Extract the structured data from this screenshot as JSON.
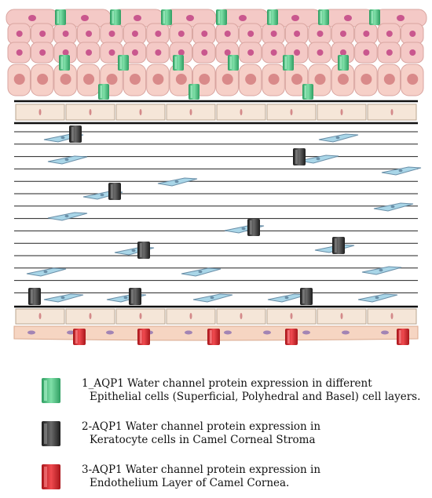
{
  "colors": {
    "epithelium_cell": "#f4c9c6",
    "epithelium_edge": "#d9a5a0",
    "nucleus_superficial": "#c9578e",
    "nucleus_basal": "#d98a8a",
    "bowman_band": "#f5e6d8",
    "band_edge": "#b9a590",
    "keratocyte": "#a9d6e8",
    "keratocyte_edge": "#6a8fa8",
    "endothelium": "#f6d5c2",
    "aqp1_epithelial": "#5cc98a",
    "aqp1_keratocyte": "#3a3a3a",
    "aqp1_endothelial": "#d8262c"
  },
  "icons": {
    "epithelial": "green-channel-icon",
    "keratocyte": "black-channel-icon",
    "endothelial": "red-channel-icon"
  },
  "legend": {
    "epithelial": {
      "line1": "1_AQP1 Water channel protein expression in different",
      "line2": "Epithelial cells (Superficial, Polyhedral and Basel) cell layers."
    },
    "keratocyte": {
      "line1": "2-AQP1 Water channel protein expression in",
      "line2": "Keratocyte cells in Camel Corneal Stroma"
    },
    "endothelial": {
      "line1": "3-AQP1 Water channel protein expression in",
      "line2": "Endothelium Layer of Camel Cornea."
    }
  }
}
